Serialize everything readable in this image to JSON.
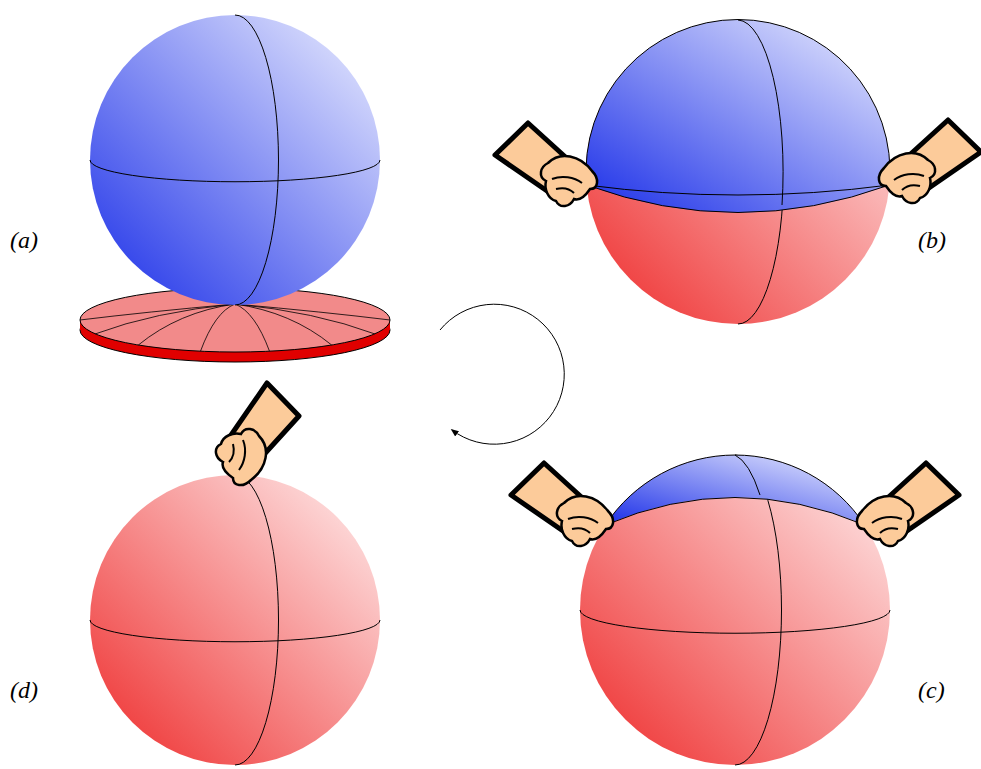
{
  "diagram": {
    "labels": [
      "(a)",
      "(b)",
      "(d)",
      "(c)"
    ]
  }
}
